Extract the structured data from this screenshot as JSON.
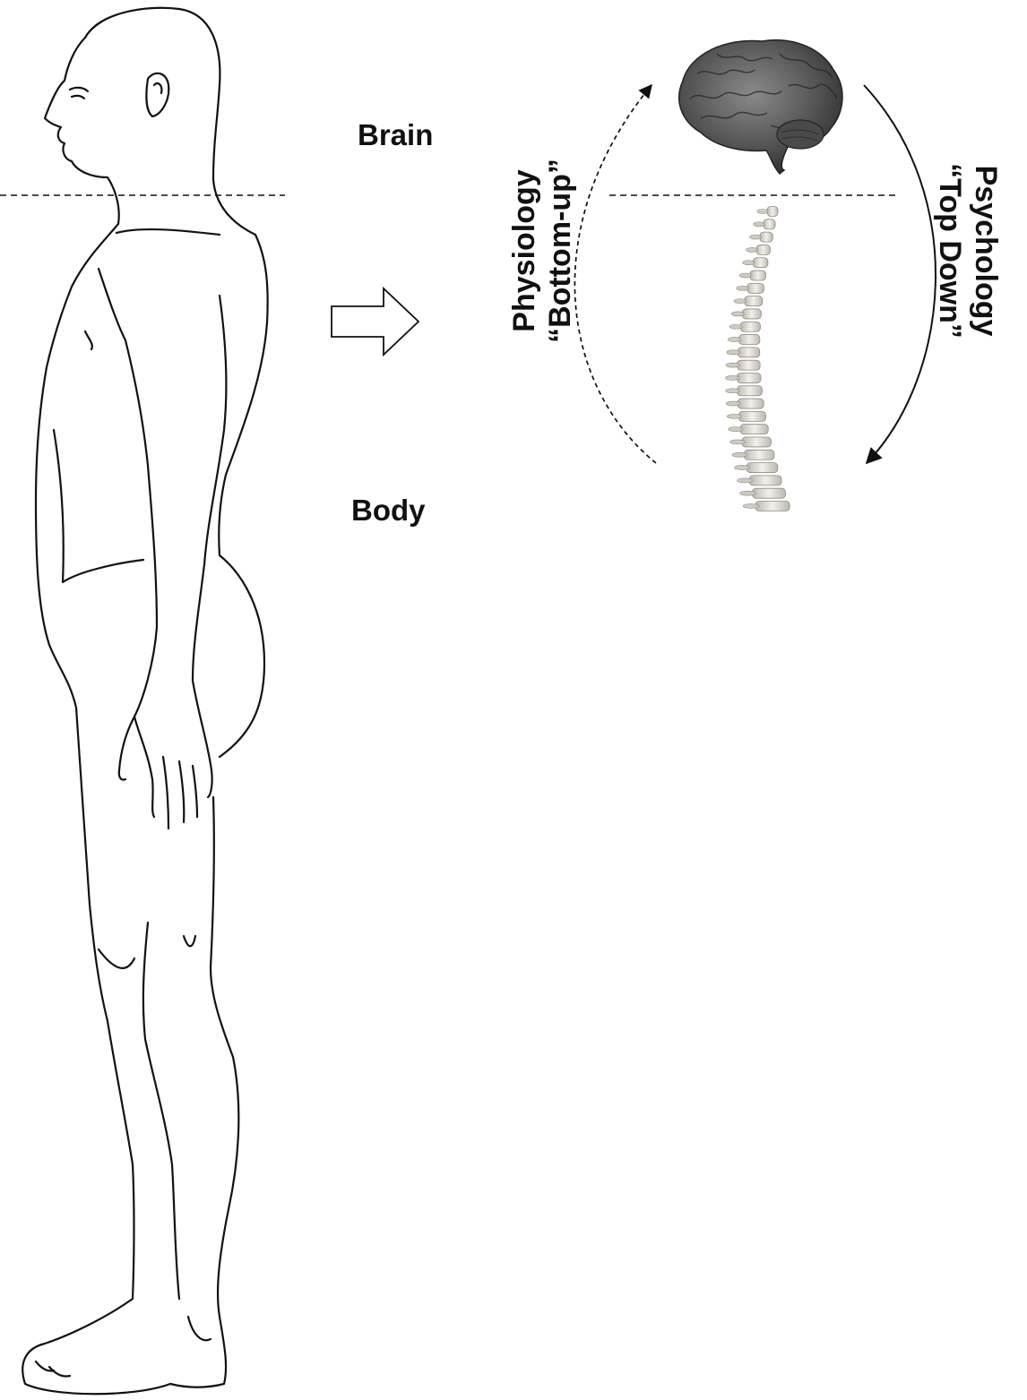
{
  "labels": {
    "brain": "Brain",
    "body": "Body"
  },
  "physiology": {
    "title": "Physiology",
    "subtitle": "“Bottom-up”"
  },
  "psychology": {
    "title": "Psychology",
    "subtitle": "“Top Down”"
  },
  "colors": {
    "line": "#111111",
    "brain": "#555555",
    "spine": "#e4e2dc"
  },
  "icons": [
    "human-figure-illustration",
    "hollow-right-arrow-icon",
    "brain-illustration",
    "spine-illustration"
  ]
}
